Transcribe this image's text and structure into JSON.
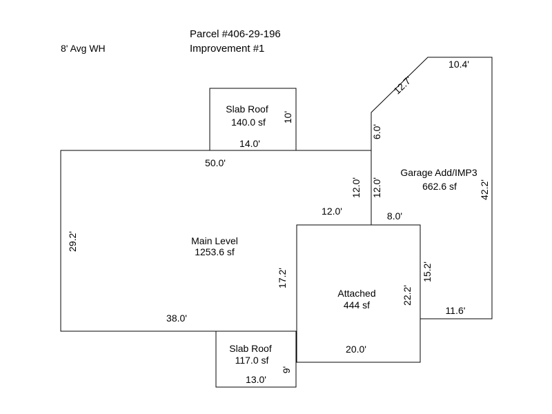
{
  "header": {
    "parcel": "Parcel #406-29-196",
    "improvement": "Improvement #1",
    "wall_height": "8' Avg WH"
  },
  "areas": {
    "main_level": {
      "name": "Main Level",
      "area": "1253.6 sf"
    },
    "slab_roof_top": {
      "name": "Slab Roof",
      "area": "140.0 sf"
    },
    "slab_roof_bottom": {
      "name": "Slab Roof",
      "area": "117.0 sf"
    },
    "attached": {
      "name": "Attached",
      "area": "444 sf"
    },
    "garage_add": {
      "name": "Garage Add/IMP3",
      "area": "662.6 sf"
    }
  },
  "dimensions": {
    "main_top": "50.0'",
    "main_left": "29.2'",
    "main_bottom": "38.0'",
    "main_notch_vertical": "17.2'",
    "main_notch_horizontal": "12.0'",
    "main_right_vertical": "12.0'",
    "slab_top_width": "14.0'",
    "slab_top_height": "10'",
    "slab_bottom_width": "13.0'",
    "slab_bottom_height": "9'",
    "attached_bottom": "20.0'",
    "attached_right": "22.2'",
    "garage_top": "10.4'",
    "garage_diagonal": "12.7'",
    "garage_left_upper": "6.0'",
    "garage_left_lower": "12.0'",
    "garage_right": "42.2'",
    "garage_bottom": "11.6'",
    "garage_inner_vertical": "15.2'",
    "garage_inner_horizontal": "8.0'"
  }
}
